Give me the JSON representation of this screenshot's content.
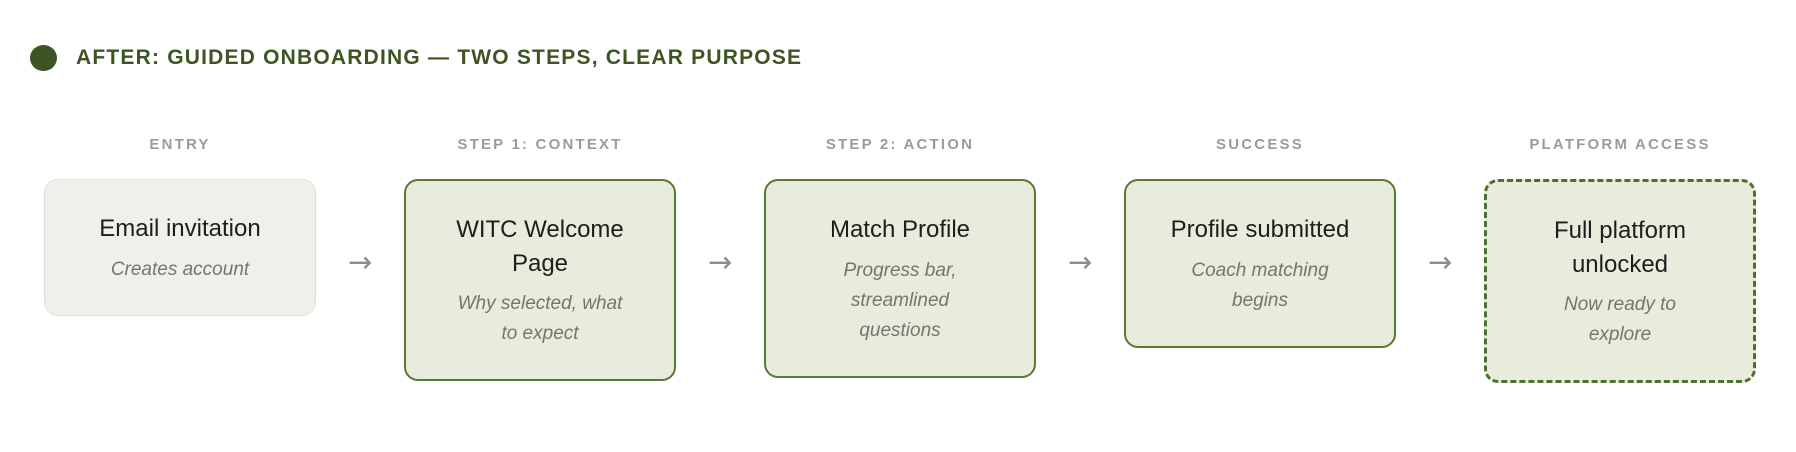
{
  "header": {
    "bullet_icon": "filled-circle",
    "title": "AFTER: GUIDED ONBOARDING — TWO STEPS, CLEAR PURPOSE"
  },
  "colors": {
    "header_green": "#3b5622",
    "card_green_border": "#567a38",
    "card_green_bg": "#e8ecdd",
    "neutral_card_bg": "#f0efe9",
    "neutral_card_border": "#e2e1d8",
    "stage_label_gray": "#9c9c93",
    "subtitle_gray": "#75756d",
    "title_dark": "#1d1d1d",
    "arrow_gray": "#8f8e86"
  },
  "flow": {
    "arrow": "→",
    "stages": [
      {
        "label": "ENTRY",
        "title": "Email invitation",
        "subtitle": "Creates account",
        "variant": "neutral"
      },
      {
        "label": "STEP 1: CONTEXT",
        "title": "WITC Welcome Page",
        "subtitle": "Why selected, what to expect",
        "variant": "green"
      },
      {
        "label": "STEP 2: ACTION",
        "title": "Match Profile",
        "subtitle": "Progress bar, streamlined questions",
        "variant": "green"
      },
      {
        "label": "SUCCESS",
        "title": "Profile submitted",
        "subtitle": "Coach matching begins",
        "variant": "green"
      },
      {
        "label": "PLATFORM ACCESS",
        "title": "Full platform unlocked",
        "subtitle": "Now ready to explore",
        "variant": "green-dashed"
      }
    ]
  }
}
